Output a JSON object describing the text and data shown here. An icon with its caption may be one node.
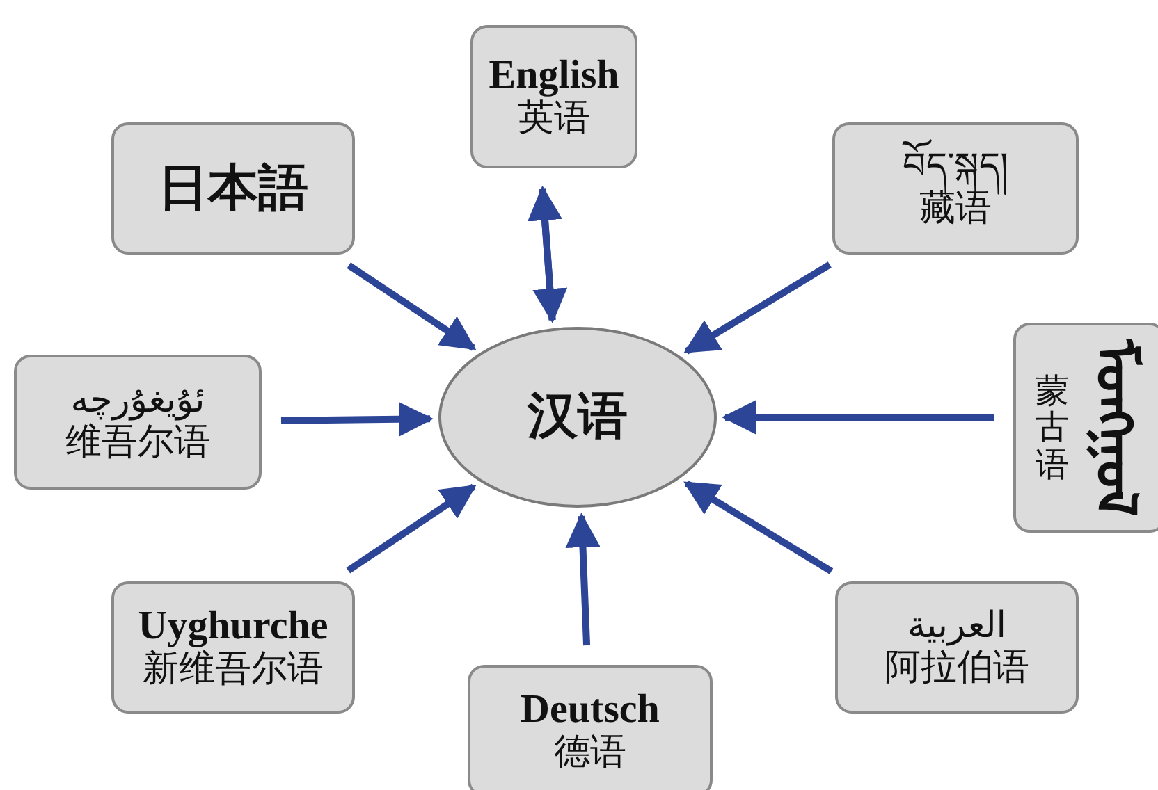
{
  "diagram": {
    "nodes": [
      {
        "text": [
          "汉语"
        ]
      },
      {
        "text": [
          "English",
          "英语"
        ]
      },
      {
        "text": [
          "日本語"
        ]
      },
      {
        "text": [
          "བོད་སྐད།",
          "藏语"
        ]
      },
      {
        "text": [
          "蒙古语",
          "ᠮᠣᠩᠭᠣᠯ"
        ]
      },
      {
        "text": [
          "ئۇيغۇرچە",
          "维吾尔语"
        ]
      },
      {
        "text": [
          "Uyghurche",
          "新维吾尔语"
        ]
      },
      {
        "text": [
          "Deutsch",
          "德语"
        ]
      },
      {
        "text": [
          "العربية",
          "阿拉伯语"
        ]
      }
    ],
    "edges": [
      {
        "from": 0,
        "to": 1,
        "arrow": "to"
      },
      {
        "from": 1,
        "to": 0,
        "arrow": "to"
      },
      {
        "from": 2,
        "to": 0,
        "arrow": "to"
      },
      {
        "from": 3,
        "to": 0,
        "arrow": "to"
      },
      {
        "from": 4,
        "to": 0,
        "arrow": "to"
      },
      {
        "from": 5,
        "to": 0,
        "arrow": "to"
      },
      {
        "from": 6,
        "to": 0,
        "arrow": "to"
      },
      {
        "from": 7,
        "to": 0,
        "arrow": "to"
      },
      {
        "from": 8,
        "to": 0,
        "arrow": "to"
      }
    ]
  }
}
